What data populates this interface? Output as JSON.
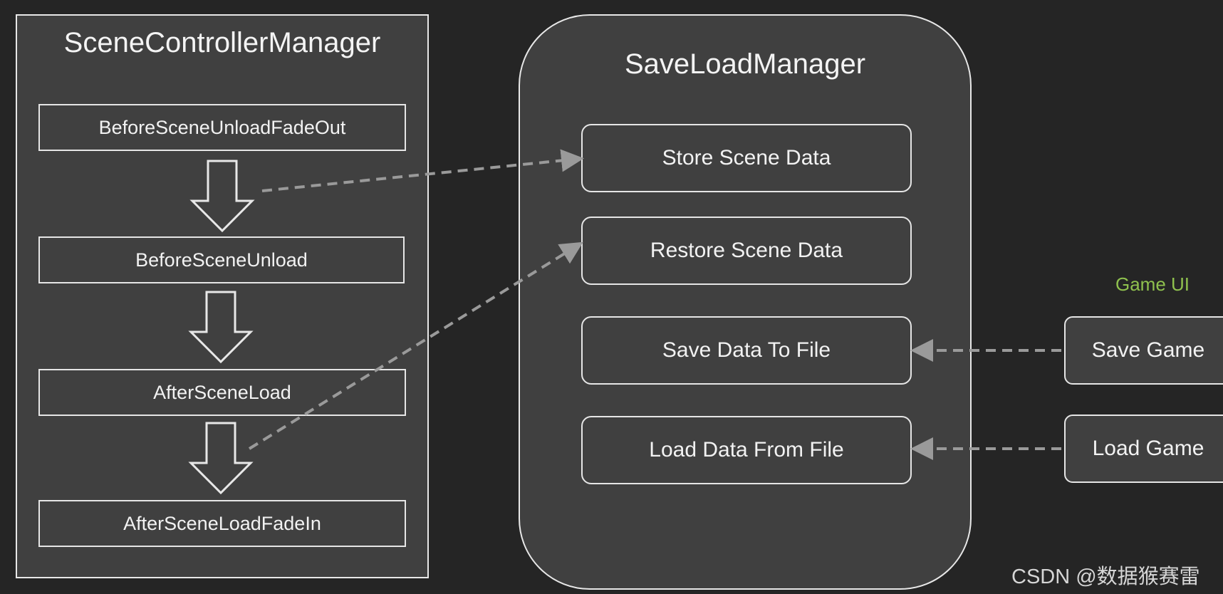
{
  "scene_controller": {
    "title": "SceneControllerManager",
    "steps": [
      "BeforeSceneUnloadFadeOut",
      "BeforeSceneUnload",
      "AfterSceneLoad",
      "AfterSceneLoadFadeIn"
    ]
  },
  "save_load": {
    "title": "SaveLoadManager",
    "functions": [
      "Store Scene Data",
      "Restore Scene Data",
      "Save Data To File",
      "Load Data From File"
    ]
  },
  "game_ui": {
    "label": "Game UI",
    "buttons": [
      "Save Game",
      "Load Game"
    ]
  },
  "watermark": "CSDN @数据猴赛雷",
  "colors": {
    "background": "#252525",
    "panel": "#404040",
    "border": "#e8e8e8",
    "connector": "#9a9a9a",
    "game_ui_label": "#8fc14e"
  }
}
